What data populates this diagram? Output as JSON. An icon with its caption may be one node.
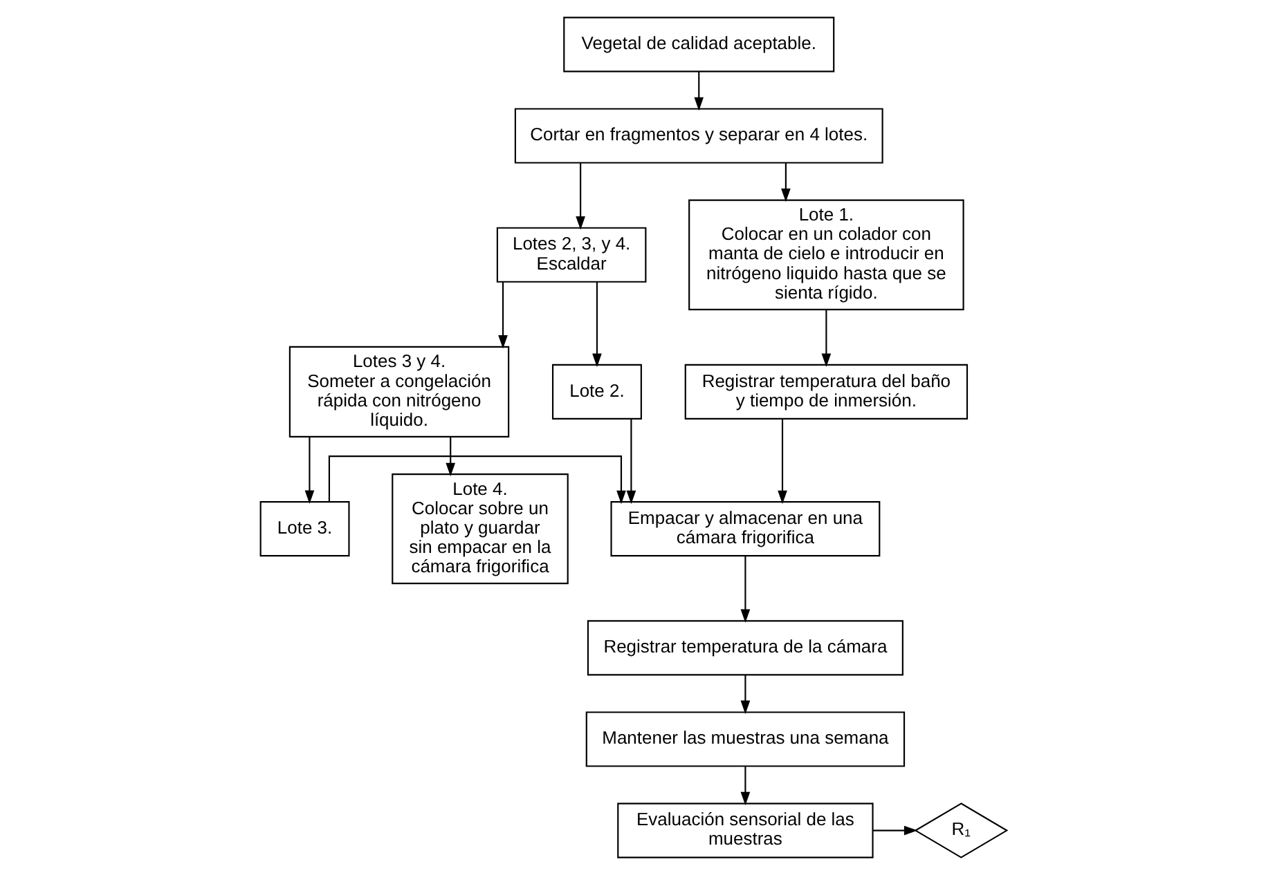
{
  "diagram": {
    "nodes": [
      {
        "text": [
          "Vegetal de calidad aceptable."
        ]
      },
      {
        "text": [
          "Cortar en fragmentos y separar en 4 lotes."
        ]
      },
      {
        "text": [
          "Lote 1.",
          "Colocar en un colador con manta de cielo e introducir en nitrógeno liquido hasta que se sienta rígido."
        ]
      },
      {
        "text": [
          "Lotes 2, 3, y 4.",
          "Escaldar"
        ]
      },
      {
        "text": [
          "Lote 2."
        ]
      },
      {
        "text": [
          "Lotes 3 y 4.",
          "Someter a congelación rápida con nitrógeno líquido."
        ]
      },
      {
        "text": [
          "Registrar temperatura del baño y tiempo de inmersión."
        ]
      },
      {
        "text": [
          "Lote 3."
        ]
      },
      {
        "text": [
          "Lote 4.",
          "Colocar sobre un plato y guardar sin empacar en la cámara frigorifica"
        ]
      },
      {
        "text": [
          "Empacar y almacenar en una cámara frigorifica"
        ]
      },
      {
        "text": [
          "Registrar temperatura de la cámara"
        ]
      },
      {
        "text": [
          "Mantener las muestras una semana"
        ]
      },
      {
        "text": [
          "Evaluación sensorial de las muestras"
        ]
      },
      {
        "text": [
          "R₁"
        ]
      }
    ],
    "edges": [
      {
        "from": 0,
        "to": 1,
        "arrow": "to"
      },
      {
        "from": 1,
        "to": 2,
        "arrow": "to"
      },
      {
        "from": 1,
        "to": 3,
        "arrow": "to"
      },
      {
        "from": 3,
        "to": 4,
        "arrow": "to"
      },
      {
        "from": 3,
        "to": 5,
        "arrow": "to"
      },
      {
        "from": 2,
        "to": 6,
        "arrow": "to"
      },
      {
        "from": 5,
        "to": 7,
        "arrow": "to"
      },
      {
        "from": 5,
        "to": 8,
        "arrow": "to"
      },
      {
        "from": 6,
        "to": 9,
        "arrow": "to"
      },
      {
        "from": 4,
        "to": 9,
        "arrow": "to"
      },
      {
        "from": 7,
        "to": 9,
        "arrow": "to"
      },
      {
        "from": 9,
        "to": 10,
        "arrow": "to"
      },
      {
        "from": 10,
        "to": 11,
        "arrow": "to"
      },
      {
        "from": 11,
        "to": 12,
        "arrow": "to"
      },
      {
        "from": 12,
        "to": 13,
        "arrow": "to"
      }
    ]
  }
}
